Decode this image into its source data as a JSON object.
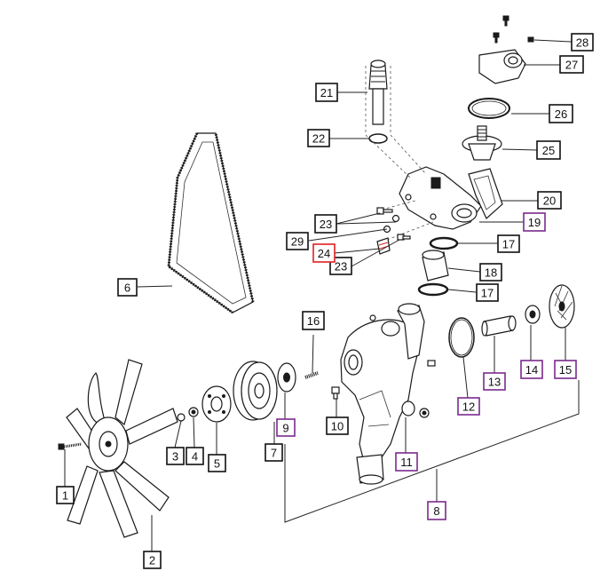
{
  "diagram": {
    "colors": {
      "box_default": "#111111",
      "box_purple": "#7b2a8c",
      "box_red": "#e02020",
      "line": "#222222"
    },
    "labels": [
      {
        "id": "1",
        "text": "1",
        "style": "default"
      },
      {
        "id": "2",
        "text": "2",
        "style": "default"
      },
      {
        "id": "3",
        "text": "3",
        "style": "default"
      },
      {
        "id": "4",
        "text": "4",
        "style": "default"
      },
      {
        "id": "5",
        "text": "5",
        "style": "default"
      },
      {
        "id": "6",
        "text": "6",
        "style": "default"
      },
      {
        "id": "7",
        "text": "7",
        "style": "default"
      },
      {
        "id": "8",
        "text": "8",
        "style": "purple"
      },
      {
        "id": "9",
        "text": "9",
        "style": "purple"
      },
      {
        "id": "10",
        "text": "10",
        "style": "default"
      },
      {
        "id": "11",
        "text": "11",
        "style": "purple"
      },
      {
        "id": "12",
        "text": "12",
        "style": "purple"
      },
      {
        "id": "13",
        "text": "13",
        "style": "purple"
      },
      {
        "id": "14",
        "text": "14",
        "style": "purple"
      },
      {
        "id": "15",
        "text": "15",
        "style": "purple"
      },
      {
        "id": "16",
        "text": "16",
        "style": "default"
      },
      {
        "id": "17a",
        "text": "17",
        "style": "default"
      },
      {
        "id": "17b",
        "text": "17",
        "style": "default"
      },
      {
        "id": "18",
        "text": "18",
        "style": "default"
      },
      {
        "id": "19",
        "text": "19",
        "style": "purple"
      },
      {
        "id": "20",
        "text": "20",
        "style": "default"
      },
      {
        "id": "21",
        "text": "21",
        "style": "default"
      },
      {
        "id": "22",
        "text": "22",
        "style": "default"
      },
      {
        "id": "23a",
        "text": "23",
        "style": "default"
      },
      {
        "id": "23b",
        "text": "23",
        "style": "default"
      },
      {
        "id": "24",
        "text": "24",
        "style": "red"
      },
      {
        "id": "25",
        "text": "25",
        "style": "default"
      },
      {
        "id": "26",
        "text": "26",
        "style": "default"
      },
      {
        "id": "27",
        "text": "27",
        "style": "default"
      },
      {
        "id": "28",
        "text": "28",
        "style": "default"
      },
      {
        "id": "29",
        "text": "29",
        "style": "default"
      }
    ]
  }
}
